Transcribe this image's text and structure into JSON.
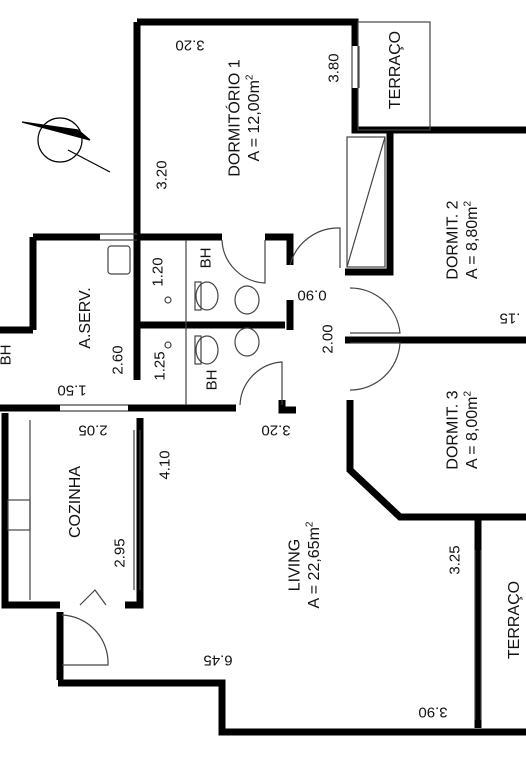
{
  "rooms": {
    "dorm1": {
      "name": "DORMITÓRIO 1",
      "area": "A = 12,00m",
      "sup": "2"
    },
    "dorm2": {
      "name": "DORMIT. 2",
      "area": "A = 8,80m",
      "sup": "2"
    },
    "dorm3": {
      "name": "DORMIT. 3",
      "area": "A = 8,00m",
      "sup": "2"
    },
    "living": {
      "name": "LIVING",
      "area": "A = 22,65m",
      "sup": "2"
    },
    "aserv": "A.SERV.",
    "cozinha": "COZINHA",
    "terraco_top": "TERRAÇO",
    "terraco_bottom": "TERRAÇO",
    "bh_top": "BH",
    "bh_bottom": "BH",
    "bh_left": "BH"
  },
  "dimensions": {
    "d1_top": "3.20",
    "d1_right": "3.80",
    "d1_left": "3.20",
    "bh1": "1.20",
    "bh2": "1.25",
    "hall_w": "0.90",
    "hall_h": "2.00",
    "aserv_h": "2.60",
    "aserv_w": "1.50",
    "coz_top": "2.05",
    "coz_h": "2.95",
    "living_top": "3.20",
    "living_left": "4.10",
    "living_bottom": "6.45",
    "dorm2_w": ".15",
    "terr_h": "3.25",
    "terr_w": "3.90"
  },
  "colors": {
    "wall": "#000000",
    "line": "#555555"
  }
}
